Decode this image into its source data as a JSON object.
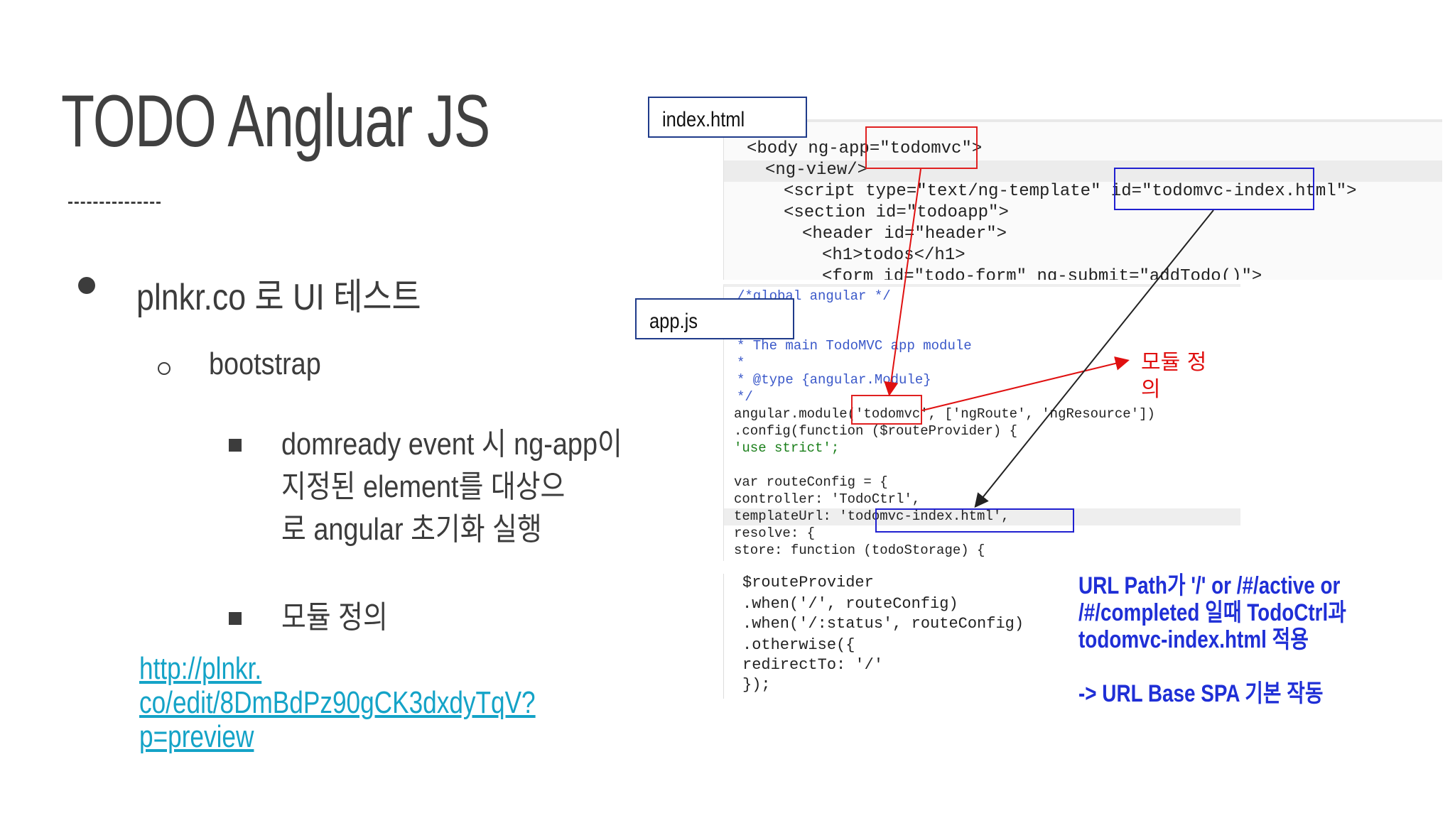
{
  "slide": {
    "title": "TODO Angluar JS",
    "bullets": {
      "level1": "plnkr.co 로 UI 테스트",
      "level2": "bootstrap",
      "level3_first": [
        "domready event 시 ng-app이",
        "지정된 element를 대상으",
        "로 angular 초기화 실행"
      ],
      "level3_second": "모듈 정의"
    },
    "link_lines": [
      "http://plnkr.",
      "co/edit/8DmBdPz90gCK3dxdyTqV?",
      "p=preview"
    ]
  },
  "labels": {
    "index_html": "index.html",
    "app_js": "app.js"
  },
  "code": {
    "html_lines": [
      "<body ng-app=\"todomvc\">",
      "<ng-view/>",
      "<script type=\"text/ng-template\" id=\"todomvc-index.html\">",
      "<section id=\"todoapp\">",
      "<header id=\"header\">",
      "<h1>todos</h1>",
      "<form id=\"todo-form\" ng-submit=\"addTodo()\">"
    ],
    "js_lines": [
      "/*global angular */",
      "",
      " * The main TodoMVC app module",
      " *",
      " * @type {angular.Module}",
      " */",
      "angular.module('todomvc', ['ngRoute', 'ngResource'])",
      "  .config(function ($routeProvider) {",
      "    'use strict';",
      "",
      "    var routeConfig = {",
      "      controller: 'TodoCtrl',",
      "      templateUrl: 'todomvc-index.html',",
      "      resolve: {",
      "        store: function (todoStorage) {"
    ],
    "route_lines": [
      "$routeProvider",
      "  .when('/', routeConfig)",
      "  .when('/:status', routeConfig)",
      "  .otherwise({",
      "    redirectTo: '/'",
      "  });"
    ]
  },
  "annotations": {
    "module_note": "모듈 정의",
    "url_note_lines": [
      "URL Path가 '/' or /#/active or",
      "/#/completed 일때 TodoCtrl과",
      "todomvc-index.html 적용"
    ],
    "spa_note": "-> URL Base SPA 기본 작동"
  },
  "colors": {
    "red_annotation": "#e01010",
    "blue_annotation": "#1f2fd6",
    "link": "#14a3c7"
  }
}
